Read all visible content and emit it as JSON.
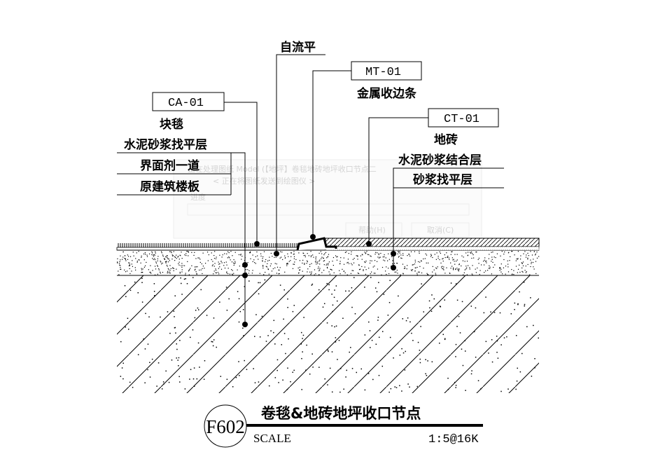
{
  "labels": {
    "self_leveling": "自流平",
    "mt_code": "MT-01",
    "mt_name": "金属收边条",
    "ca_code": "CA-01",
    "ca_name": "块毯",
    "left_layers": [
      "水泥砂浆找平层",
      "界面剂一道",
      "原建筑楼板"
    ],
    "ct_code": "CT-01",
    "ct_name": "地砖",
    "right_layers": [
      "水泥砂浆结合层",
      "砂浆找平层"
    ]
  },
  "dialog": {
    "title": "正在处理图纸 Model (【地坪】卷毯地砖地坪收口节点二",
    "status": "< 正在将图纸发送到绘图仪 >",
    "progress_label": "进度",
    "help_button": "帮助(H)",
    "cancel_button": "取消(C)"
  },
  "title_block": {
    "number": "F602",
    "title": "卷毯&地砖地坪收口节点",
    "scale_label": "SCALE",
    "scale_value": "1:5@16K"
  }
}
